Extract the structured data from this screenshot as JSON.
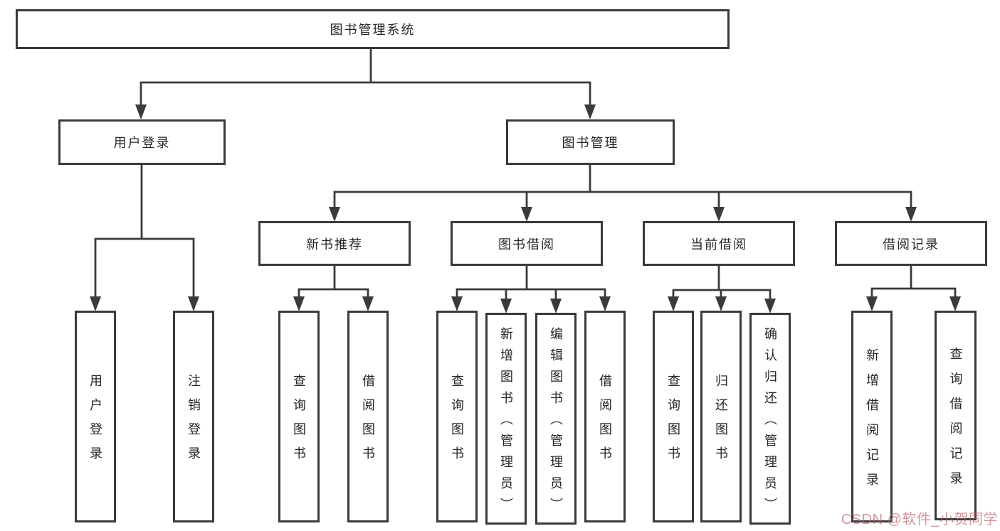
{
  "title": "图书管理系统",
  "level1": [
    {
      "label": "用户登录"
    },
    {
      "label": "图书管理"
    }
  ],
  "level2": [
    {
      "label": "新书推荐"
    },
    {
      "label": "图书借阅"
    },
    {
      "label": "当前借阅"
    },
    {
      "label": "借阅记录"
    }
  ],
  "leaves": {
    "user_login": [
      "用户登录",
      "注销登录"
    ],
    "new_book": [
      "查询图书",
      "借阅图书"
    ],
    "book_borrow": [
      "查询图书",
      "新增图书（管理员）",
      "编辑图书（管理员）",
      "借阅图书"
    ],
    "current_borrow": [
      "查询图书",
      "归还图书",
      "确认归还（管理员）"
    ],
    "borrow_record": [
      "新增借阅记录",
      "查询借阅记录"
    ]
  },
  "watermark": {
    "text": "CSDN @软件_小贺同学",
    "color": "#ba5c62"
  },
  "colors": {
    "line": "#3a3a3a",
    "text": "#262626",
    "background": "#ffffff"
  }
}
